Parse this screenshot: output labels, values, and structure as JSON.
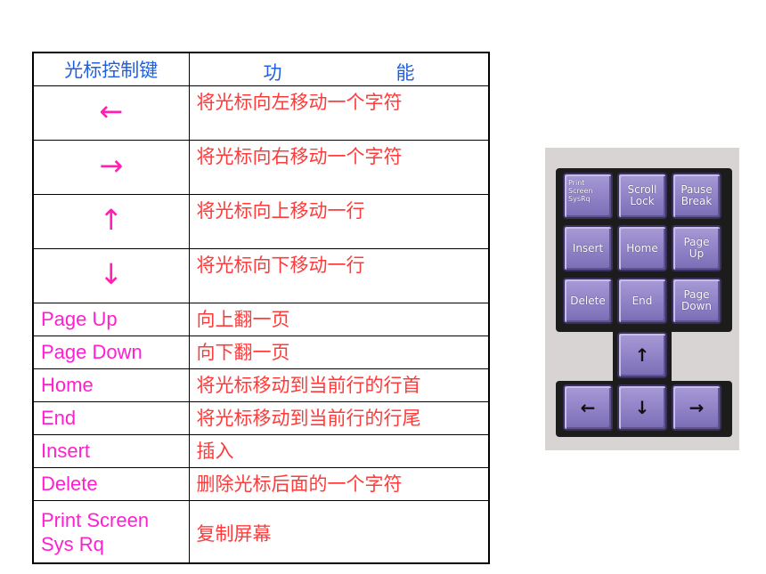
{
  "table": {
    "header": {
      "key": "光标控制键",
      "func_a": "功",
      "func_b": "能"
    },
    "arrow_rows": [
      {
        "key": "←",
        "func": "将光标向左移动一个字符"
      },
      {
        "key": "→",
        "func": "将光标向右移动一个字符"
      },
      {
        "key": "↑",
        "func": "将光标向上移动一行"
      },
      {
        "key": "↓",
        "func": "将光标向下移动一行"
      }
    ],
    "rows": [
      {
        "key": "Page Up",
        "func": "向上翻一页"
      },
      {
        "key": "Page Down",
        "func": "向下翻一页"
      },
      {
        "key": "Home",
        "func": "将光标移动到当前行的行首"
      },
      {
        "key": "End",
        "func": "将光标移动到当前行的行尾"
      },
      {
        "key": "Insert",
        "func": "插入"
      },
      {
        "key": "Delete",
        "func": "删除光标后面的一个字符"
      }
    ],
    "last_row": {
      "key_line1": "Print Screen",
      "key_line2": "Sys Rq",
      "func": "复制屏幕"
    }
  },
  "keypad": {
    "keys": {
      "print_screen": "Print\nScreen\nSysRq",
      "scroll_lock": "Scroll\nLock",
      "pause_break": "Pause\nBreak",
      "insert": "Insert",
      "home": "Home",
      "page_up": "Page\nUp",
      "delete": "Delete",
      "end": "End",
      "page_down": "Page\nDown",
      "up": "↑",
      "left": "←",
      "down": "↓",
      "right": "→"
    }
  },
  "colors": {
    "header": "#1f5fe0",
    "key_text": "#ff1fd0",
    "func_text": "#ff3a3a",
    "key_cap": "#8d7fc4"
  }
}
